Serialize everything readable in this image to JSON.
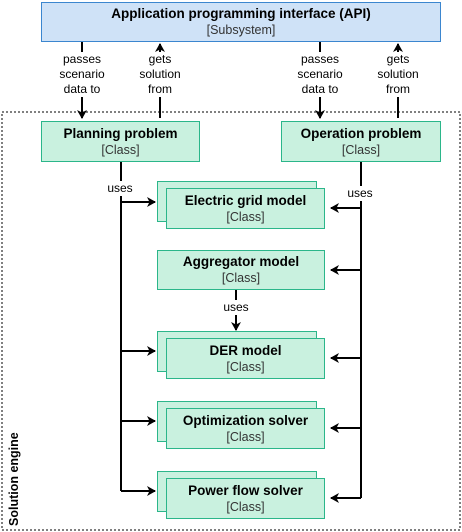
{
  "api": {
    "title": "Application programming interface (API)",
    "subtitle": "[Subsystem]"
  },
  "engine": {
    "label": "Solution engine"
  },
  "edges": {
    "passes": "passes\nscenario\ndata to",
    "gets": "gets\nsolution\nfrom",
    "uses": "uses"
  },
  "nodes": {
    "planning": {
      "title": "Planning problem",
      "type": "[Class]"
    },
    "operation": {
      "title": "Operation problem",
      "type": "[Class]"
    },
    "electric_grid": {
      "title": "Electric grid model",
      "type": "[Class]"
    },
    "aggregator": {
      "title": "Aggregator model",
      "type": "[Class]"
    },
    "der": {
      "title": "DER model",
      "type": "[Class]"
    },
    "optimization": {
      "title": "Optimization solver",
      "type": "[Class]"
    },
    "power_flow": {
      "title": "Power flow solver",
      "type": "[Class]"
    }
  },
  "colors": {
    "api_fill": "#cfe2f7",
    "api_stroke": "#3b86cf",
    "class_fill": "#c9f1df",
    "class_stroke": "#2bb68a",
    "line": "#000000"
  }
}
